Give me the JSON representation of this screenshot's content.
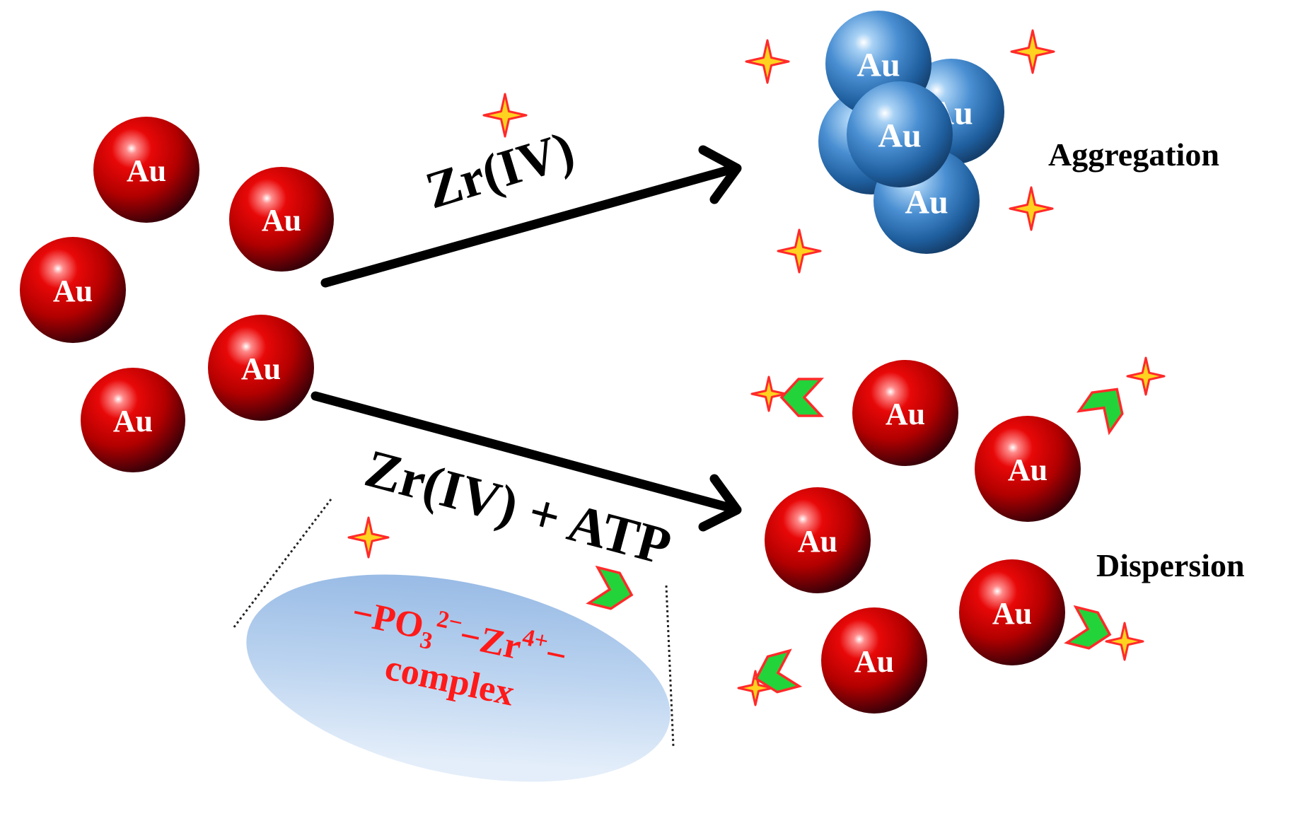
{
  "particle_label": "Au",
  "arrows": {
    "upper_label": "Zr(IV)",
    "lower_label": "Zr(IV) + ATP"
  },
  "outcomes": {
    "upper": "Aggregation",
    "lower": "Dispersion"
  },
  "complex": {
    "line1_prefix": "−PO",
    "line1_sub": "3",
    "line1_sup": "2−",
    "line1_mid": "−Zr",
    "line1_sup2": "4+",
    "line1_suffix": "−",
    "line2": "complex"
  },
  "colors": {
    "red_particle": "#c40000",
    "blue_particle": "#3a82c8",
    "star_fill": "#ffd21f",
    "star_stroke": "#ff2a2a",
    "chevron_fill": "#22d43a",
    "chevron_stroke": "#ff2a2a",
    "complex_text": "#ff1a1a",
    "ellipse": "#9ec0e6"
  },
  "icons": [
    "gold-nanoparticle-icon",
    "sparkle-star-icon",
    "atp-chevron-icon",
    "arrow-icon"
  ]
}
